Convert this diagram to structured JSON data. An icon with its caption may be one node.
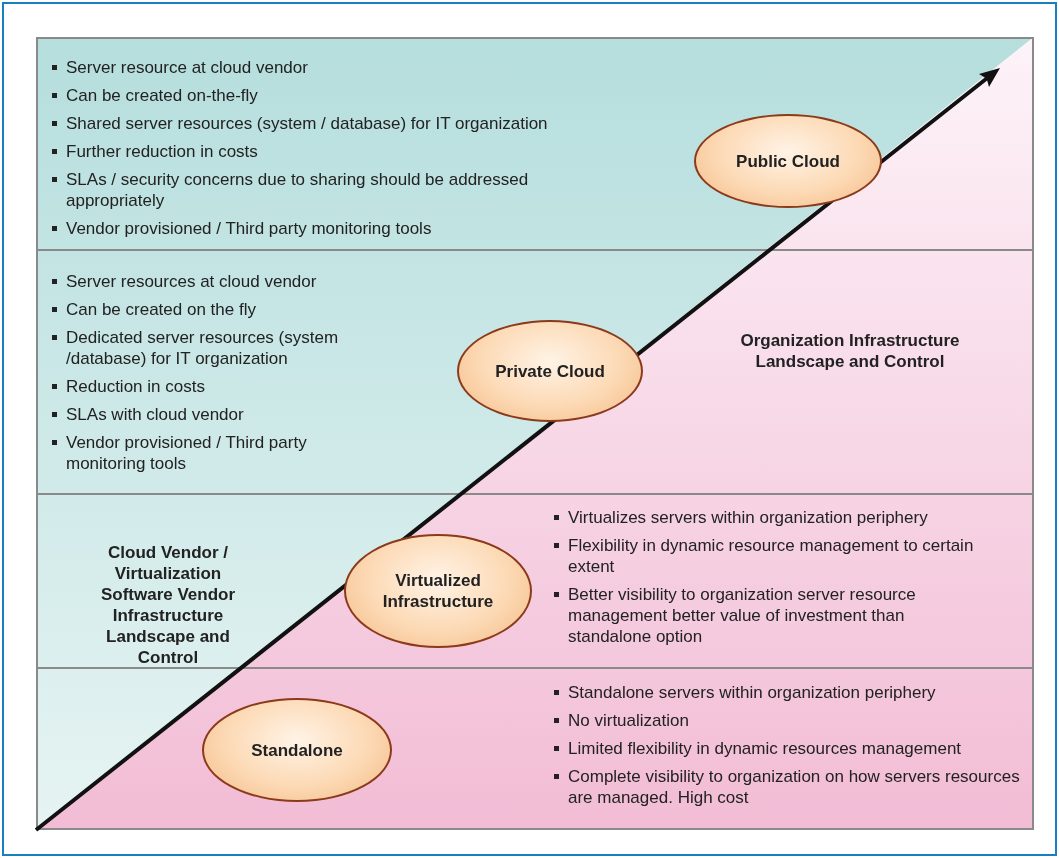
{
  "diagram": {
    "nodes": [
      {
        "text": [
          "Server resource at cloud vendor",
          "Can be created on-the-fly",
          "Shared server resources (system / database) for IT organization",
          "Further reduction in costs",
          "SLAs / security concerns due to sharing should be addressed appropriately",
          "Vendor provisioned / Third party monitoring tools"
        ]
      },
      {
        "text": [
          "Server resources at cloud vendor",
          "Can be created on the fly",
          "Dedicated server resources (system /database) for IT organization",
          "Reduction in costs",
          "SLAs with cloud vendor",
          "Vendor provisioned / Third party monitoring tools"
        ]
      },
      {
        "text": [
          "Virtualizes servers within organization periphery",
          "Flexibility in dynamic resource management to certain extent",
          "Better visibility to organization server resource management better value of investment than standalone option"
        ]
      },
      {
        "text": [
          "Standalone servers within organization periphery",
          "No virtualization",
          "Limited flexibility in dynamic resources management",
          "Complete visibility to organization on how servers resources are managed. High cost"
        ]
      },
      {
        "text": [
          "Public Cloud"
        ],
        "in": 0
      },
      {
        "text": [
          "Private Cloud"
        ],
        "in": 1
      },
      {
        "text": [
          "Virtualized Infrastructure"
        ],
        "in": 2
      },
      {
        "text": [
          "Standalone"
        ],
        "in": 3
      }
    ],
    "edges": [],
    "labels": [
      "Organization Infrastructure Landscape and Control",
      "Cloud Vendor / Virtualization Software Vendor Infrastructure Landscape and Control"
    ]
  }
}
